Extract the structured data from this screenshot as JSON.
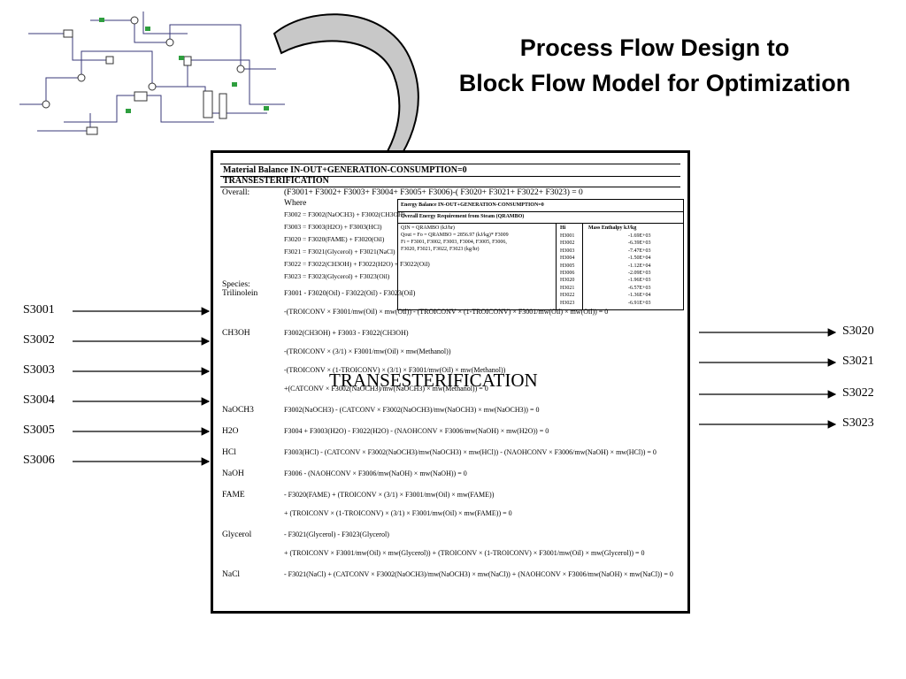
{
  "title": {
    "line1": "Process Flow Design to",
    "line2": "Block Flow Model for Optimization"
  },
  "block": {
    "center_label": "TRANSESTERIFICATION",
    "header1": "Material Balance    IN-OUT+GENERATION-CONSUMPTION=0",
    "header2": "TRANSESTERIFICATION",
    "overall_label": "Overall:",
    "overall_eq": "(F3001+ F3002+ F3003+ F3004+ F3005+ F3006)-( F3020+ F3021+ F3022+ F3023) = 0",
    "where_label": "Where",
    "where_eqs": [
      "F3002 = F3002(NaOCH3) + F3002(CH3OH)",
      "F3003 = F3003(H2O) + F3003(HCl)",
      "F3020 = F3020(FAME) + F3020(Oil)",
      "F3021 = F3021(Glycerol) + F3021(NaCl)",
      "F3022 = F3022(CH3OH) + F3022(H2O) + F3022(Oil)",
      "F3023 = F3023(Glycerol) + F3023(Oil)"
    ],
    "energy_title": "Energy Balance  IN-OUT+GENERATION-CONSUMPTION=0",
    "energy_overall": "Overall Energy Requirement from Steam (QRAMBO)",
    "energy_lines": [
      "QIN = QRAMBO (kJ/hr)",
      "Qout = Fo = QRAMBO = 2856.97 (kJ/kg)* F3009",
      "Fi = F3001, F3002, F3003, F3004, F3005, F3006,",
      "F3020, F3021, F3022, F3023 (kg/hr)"
    ],
    "enthalpy_header": [
      "Hi",
      "Mass Enthalpy kJ/kg"
    ],
    "enthalpy_rows": [
      [
        "H3001",
        "-1.69E+03"
      ],
      [
        "H3002",
        "-6.39E+03"
      ],
      [
        "H3003",
        "-7.47E+03"
      ],
      [
        "H3004",
        "-1.50E+04"
      ],
      [
        "H3005",
        "-1.12E+04"
      ],
      [
        "H3006",
        "-2.09E+03"
      ],
      [
        "H3020",
        "-1.96E+03"
      ],
      [
        "H3021",
        "-6.57E+03"
      ],
      [
        "H3022",
        "-1.36E+04"
      ],
      [
        "H3023",
        "-6.91E+03"
      ]
    ],
    "species_label": "Species:",
    "species": [
      {
        "name": "Trilinolein",
        "eqs": [
          "F3001 - F3020(Oil) - F3022(Oil) - F3023(Oil)",
          "-(TROICONV × F3001/mw(Oil) × mw(Oil)) - (TROICONV × (1-TROICONV) × F3001/mw(Oil) × mw(Oil)) = 0"
        ]
      },
      {
        "name": "CH3OH",
        "eqs": [
          "F3002(CH3OH) + F3003 - F3022(CH3OH)",
          "-(TROICONV × (3/1) × F3001/mw(Oil) × mw(Methanol))",
          "-(TROICONV × (1-TROICONV) × (3/1) × F3001/mw(Oil) × mw(Methanol))",
          "+(CATCONV × F3002(NaOCH3)/mw(NaOCH3) × mw(Methanol)) = 0"
        ]
      },
      {
        "name": "NaOCH3",
        "eqs": [
          "F3002(NaOCH3) - (CATCONV × F3002(NaOCH3)/mw(NaOCH3) × mw(NaOCH3)) = 0"
        ]
      },
      {
        "name": "H2O",
        "eqs": [
          "F3004 + F3003(H2O) - F3022(H2O) - (NAOHCONV × F3006/mw(NaOH) × mw(H2O)) = 0"
        ]
      },
      {
        "name": "HCl",
        "eqs": [
          "F3003(HCl) - (CATCONV × F3002(NaOCH3)/mw(NaOCH3) × mw(HCl)) - (NAOHCONV × F3006/mw(NaOH) × mw(HCl)) = 0"
        ]
      },
      {
        "name": "NaOH",
        "eqs": [
          "F3006 - (NAOHCONV × F3006/mw(NaOH) × mw(NaOH)) = 0"
        ]
      },
      {
        "name": "FAME",
        "eqs": [
          "- F3020(FAME) + (TROICONV × (3/1) × F3001/mw(Oil) × mw(FAME))",
          "+ (TROICONV × (1-TROICONV) × (3/1) × F3001/mw(Oil) × mw(FAME)) = 0"
        ]
      },
      {
        "name": "Glycerol",
        "eqs": [
          "- F3021(Glycerol) - F3023(Glycerol)",
          "+ (TROICONV × F3001/mw(Oil) × mw(Glycerol)) + (TROICONV × (1-TROICONV) × F3001/mw(Oil) × mw(Glycerol)) = 0"
        ]
      },
      {
        "name": "NaCl",
        "eqs": [
          "- F3021(NaCl) + (CATCONV × F3002(NaOCH3)/mw(NaOCH3) × mw(NaCl)) + (NAOHCONV × F3006/mw(NaOH) × mw(NaCl)) = 0"
        ]
      }
    ]
  },
  "inputs": [
    "S3001",
    "S3002",
    "S3003",
    "S3004",
    "S3005",
    "S3006"
  ],
  "outputs": [
    "S3020",
    "S3021",
    "S3022",
    "S3023"
  ]
}
